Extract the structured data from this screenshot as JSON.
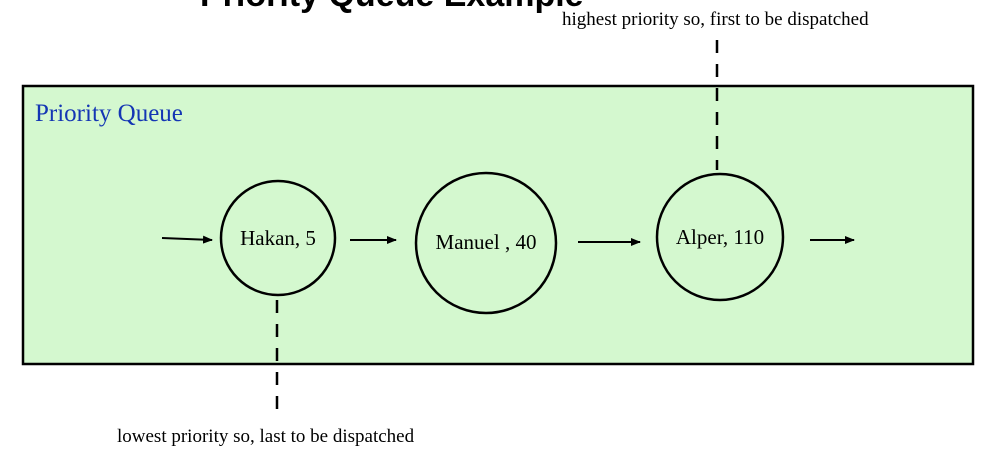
{
  "header_fragment": "Priority Queue Example",
  "queue": {
    "label": "Priority Queue",
    "fill_color": "#d4f8cf",
    "label_color": "#1436b4"
  },
  "nodes": [
    {
      "name": "Hakan",
      "priority": 5,
      "text": "Hakan, 5"
    },
    {
      "name": "Manuel",
      "priority": 40,
      "text": "Manuel , 40"
    },
    {
      "name": "Alper",
      "priority": 110,
      "text": "Alper, 110"
    }
  ],
  "annotations": {
    "highest": "highest priority so, first to be dispatched",
    "lowest": "lowest priority so, last to be dispatched"
  }
}
